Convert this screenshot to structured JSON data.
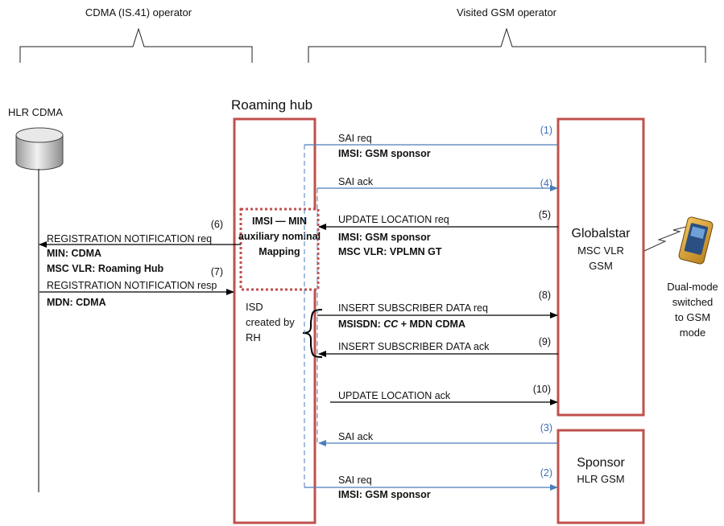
{
  "operators": {
    "cdma": "CDMA (IS.41) operator",
    "gsm": "Visited GSM operator"
  },
  "colors": {
    "box_border": "#c0504d",
    "blue_arrow": "#4a7ebb",
    "black_arrow": "#000000",
    "dotted_box": "#c0504d"
  },
  "hlr_cdma": {
    "label": "HLR CDMA",
    "icon": "database-cylinder-icon"
  },
  "roaming_hub": {
    "title": "Roaming hub",
    "mapping_line1": "IMSI — MIN",
    "mapping_line2": "auxiliary nominal",
    "mapping_line3": "Mapping",
    "isd_line1": "ISD",
    "isd_line2": "created by",
    "isd_line3": "RH"
  },
  "globalstar": {
    "name": "Globalstar",
    "line2": "MSC VLR",
    "line3": "GSM"
  },
  "sponsor": {
    "name": "Sponsor",
    "line2": "HLR GSM"
  },
  "phone": {
    "icon": "mobile-phone-icon",
    "line1": "Dual-mode",
    "line2": "switched",
    "line3": "to GSM",
    "line4": "mode"
  },
  "messages": {
    "m1": {
      "num": "(1)",
      "label": "SAI req",
      "detail": "IMSI: GSM sponsor"
    },
    "m4": {
      "num": "(4)",
      "label": "SAI ack"
    },
    "m5": {
      "num": "(5)",
      "label": "UPDATE LOCATION req",
      "detail1": "IMSI: GSM sponsor",
      "detail2": "MSC VLR: VPLMN GT"
    },
    "m6": {
      "num": "(6)",
      "label": "REGISTRATION NOTIFICATION req",
      "detail1": "MIN: CDMA",
      "detail2": "MSC VLR: Roaming Hub"
    },
    "m7": {
      "num": "(7)",
      "label": "REGISTRATION NOTIFICATION resp",
      "detail": "MDN: CDMA"
    },
    "m8": {
      "num": "(8)",
      "label": "INSERT SUBSCRIBER DATA req",
      "detail_pre": "MSISDN: ",
      "detail_cc": "CC",
      "detail_post": " + MDN CDMA"
    },
    "m9": {
      "num": "(9)",
      "label": "INSERT SUBSCRIBER DATA ack"
    },
    "m10": {
      "num": "(10)",
      "label": "UPDATE LOCATION ack"
    },
    "m3": {
      "num": "(3)",
      "label": "SAI ack"
    },
    "m2": {
      "num": "(2)",
      "label": "SAI req",
      "detail": "IMSI: GSM sponsor"
    }
  }
}
